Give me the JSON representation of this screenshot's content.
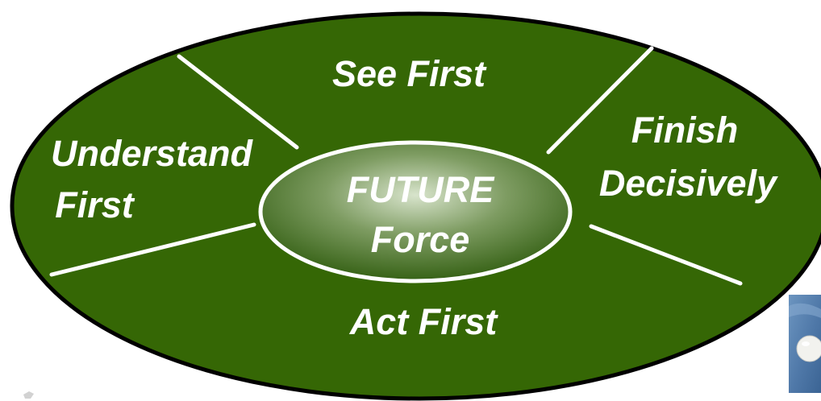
{
  "diagram": {
    "center": {
      "line1": "FUTURE",
      "line2": "Force"
    },
    "sectors": {
      "top": "See First",
      "left_line1": "Understand",
      "left_line2": "First",
      "right_line1": "Finish",
      "right_line2": "Decisively",
      "bottom": "Act First"
    }
  },
  "colors": {
    "outer_fill": "#356705",
    "outer_stroke": "#000000",
    "divider": "#ffffff",
    "label_text": "#ffffff",
    "center_light": "#d7e3c9",
    "center_dark": "#2a5a0a"
  }
}
